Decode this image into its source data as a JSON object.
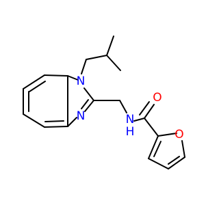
{
  "molecule": {
    "atoms": [
      {
        "id": "N1",
        "label": "N",
        "color": "#0000ff"
      },
      {
        "id": "N3",
        "label": "N",
        "color": "#0000ff"
      },
      {
        "id": "NH",
        "label": "N",
        "sublabel": "H",
        "color": "#0000ff"
      },
      {
        "id": "O_carbonyl",
        "label": "O",
        "color": "#ff0000"
      },
      {
        "id": "O_furan",
        "label": "O",
        "color": "#ff0000"
      }
    ],
    "bond_color": "#000000"
  }
}
